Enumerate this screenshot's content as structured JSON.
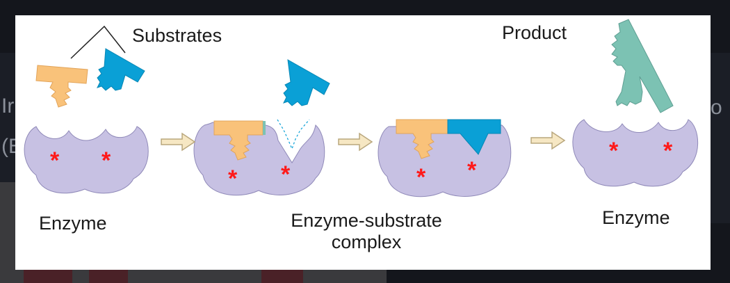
{
  "background": {
    "fragment_1": "Ir",
    "fragment_2": "(E",
    "fragment_3": "o"
  },
  "diagram": {
    "labels": {
      "substrates": "Substrates",
      "product": "Product",
      "enzyme_left": "Enzyme",
      "complex_line1": "Enzyme-substrate",
      "complex_line2": "complex",
      "enzyme_right": "Enzyme"
    },
    "active_site_marker": "*",
    "colors": {
      "enzyme": "#c7c1e3",
      "substrate_a": "#f9c27a",
      "substrate_b": "#0aa0d6",
      "product": "#7cc2b3",
      "active_site": "#ff1a1a",
      "arrow": "#f6e7c3"
    }
  }
}
